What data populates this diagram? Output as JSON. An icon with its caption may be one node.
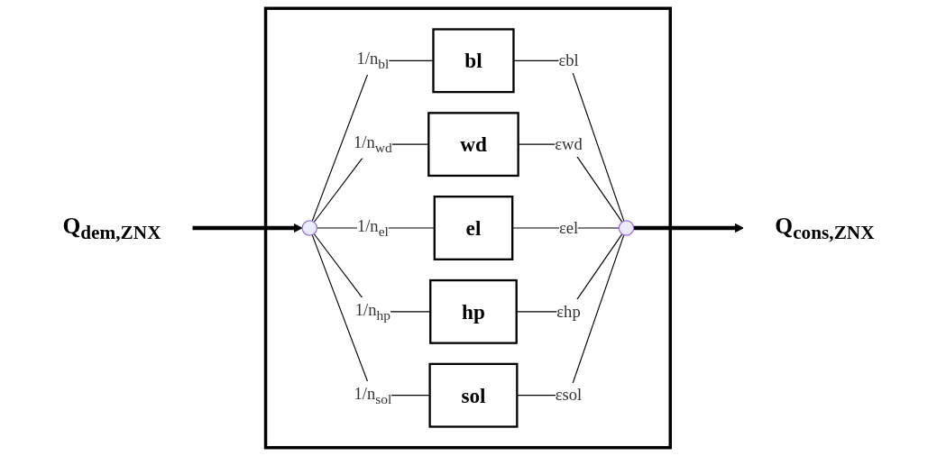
{
  "diagram": {
    "nodes": [
      {
        "text": [
          "Q$_{dem,ZNX}$"
        ]
      },
      {
        "text": [],
        "shape": "box"
      },
      {
        "text": [],
        "shape": "point",
        "in": 1
      },
      {
        "text": [
          "bl"
        ],
        "in": 1
      },
      {
        "text": [
          "wd"
        ],
        "in": 1
      },
      {
        "text": [
          "el"
        ],
        "in": 1
      },
      {
        "text": [
          "hp"
        ],
        "in": 1
      },
      {
        "text": [
          "sol"
        ],
        "in": 1
      },
      {
        "text": [],
        "shape": "point",
        "in": 1
      },
      {
        "text": [
          "Q$_{cons,ZNX}$"
        ]
      }
    ],
    "edges": [
      {
        "from": 0,
        "to": 2,
        "arrow": "to",
        "style": "thick"
      },
      {
        "from": 2,
        "to": 3,
        "arrow": "none",
        "label": "1/n$_{bl}$"
      },
      {
        "from": 2,
        "to": 4,
        "arrow": "none",
        "label": "1/n$_{wd}$"
      },
      {
        "from": 2,
        "to": 5,
        "arrow": "none",
        "label": "1/n$_{el}$"
      },
      {
        "from": 2,
        "to": 6,
        "arrow": "none",
        "label": "1/n$_{hp}$"
      },
      {
        "from": 2,
        "to": 7,
        "arrow": "none",
        "label": "1/n$_{sol}$"
      },
      {
        "from": 3,
        "to": 8,
        "arrow": "none",
        "label": "εbl"
      },
      {
        "from": 4,
        "to": 8,
        "arrow": "none",
        "label": "εwd"
      },
      {
        "from": 5,
        "to": 8,
        "arrow": "none",
        "label": "εel"
      },
      {
        "from": 6,
        "to": 8,
        "arrow": "none",
        "label": "εhp"
      },
      {
        "from": 7,
        "to": 8,
        "arrow": "none",
        "label": "εsol"
      },
      {
        "from": 8,
        "to": 9,
        "arrow": "to",
        "style": "thick"
      }
    ]
  }
}
